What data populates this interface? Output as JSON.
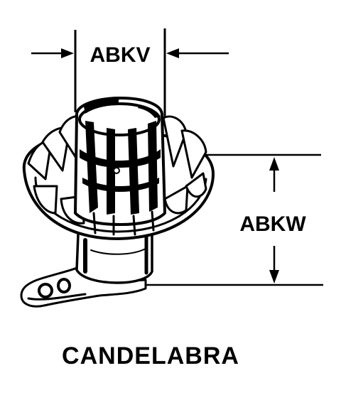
{
  "figure": {
    "dimension_width_label": "ABKV",
    "dimension_height_label": "ABKW",
    "caption": "CANDELABRA"
  },
  "colors": {
    "ink": "#000000",
    "paper": "#ffffff"
  }
}
